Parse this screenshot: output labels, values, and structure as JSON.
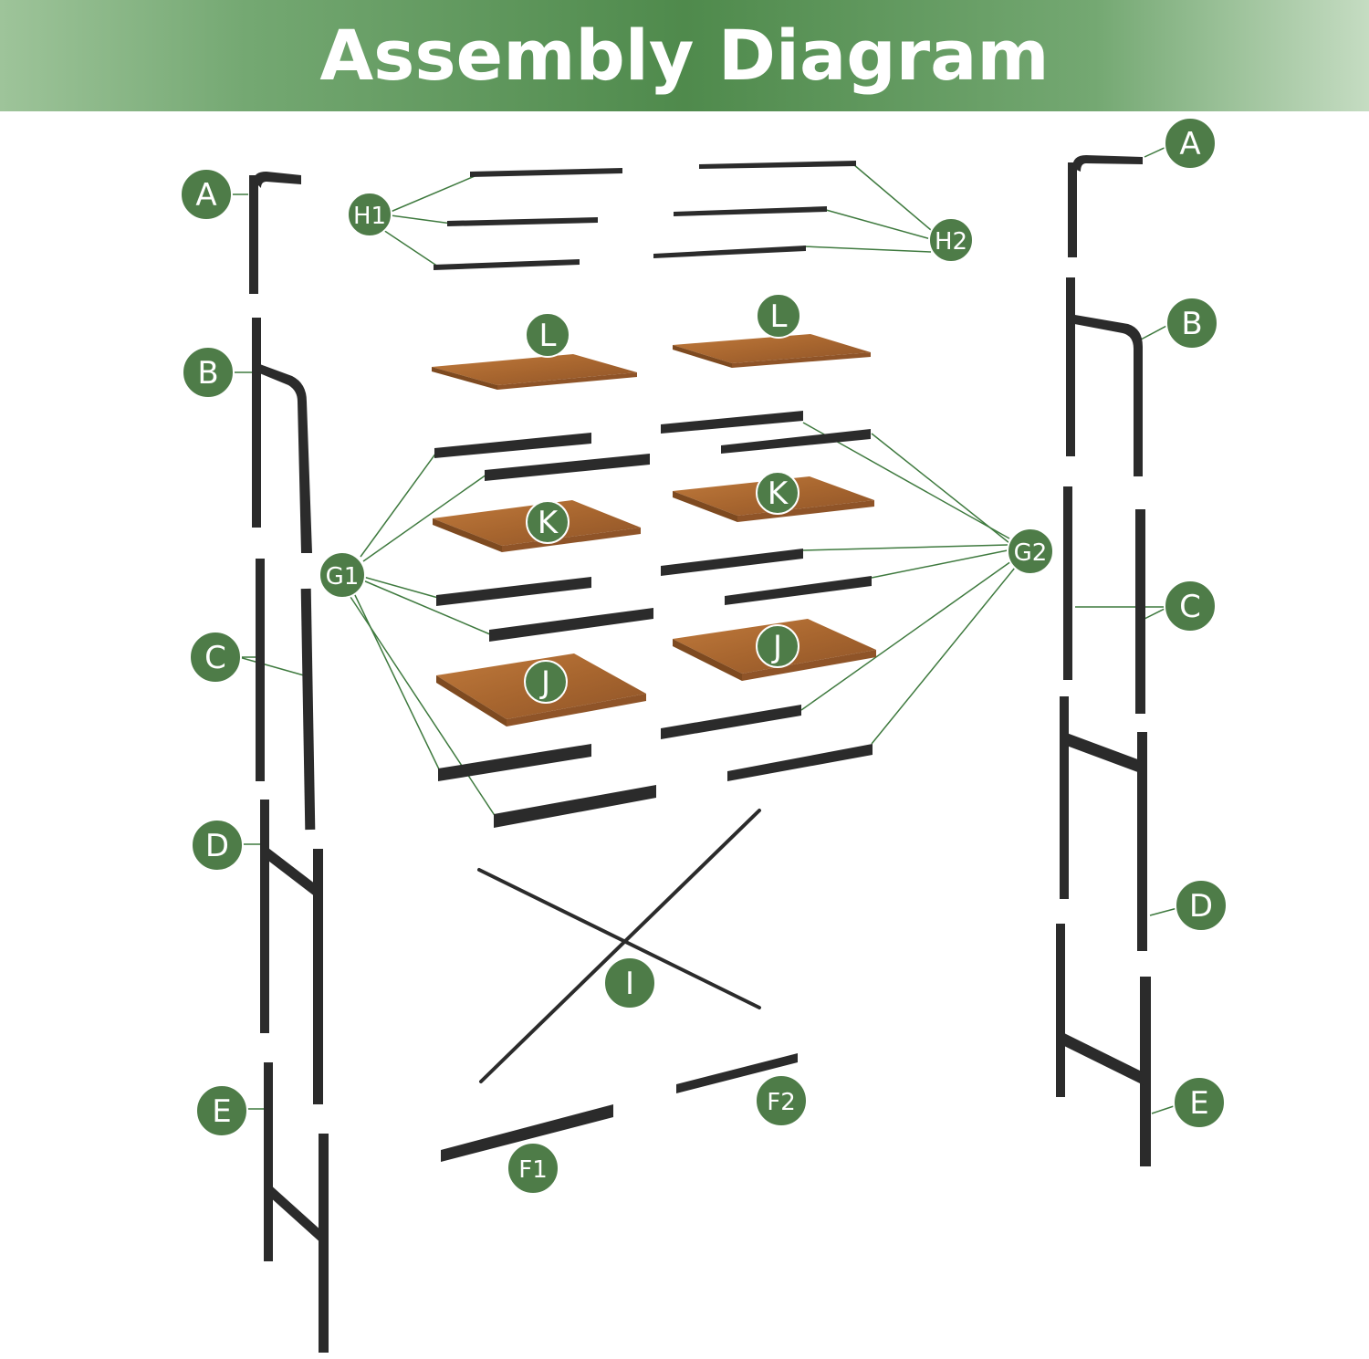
{
  "header": {
    "title": "Assembly Diagram"
  },
  "colors": {
    "banner_green": "#4f8a4c",
    "label_green": "#4e7c48",
    "leader_green": "#3f7a3f",
    "metal": "#2b2b2b",
    "wood": "#a8662f"
  },
  "labels": {
    "A": "A",
    "B": "B",
    "C": "C",
    "D": "D",
    "E": "E",
    "F1": "F1",
    "F2": "F2",
    "G1": "G1",
    "G2": "G2",
    "H1": "H1",
    "H2": "H2",
    "I": "I",
    "J": "J",
    "K": "K",
    "L": "L"
  }
}
